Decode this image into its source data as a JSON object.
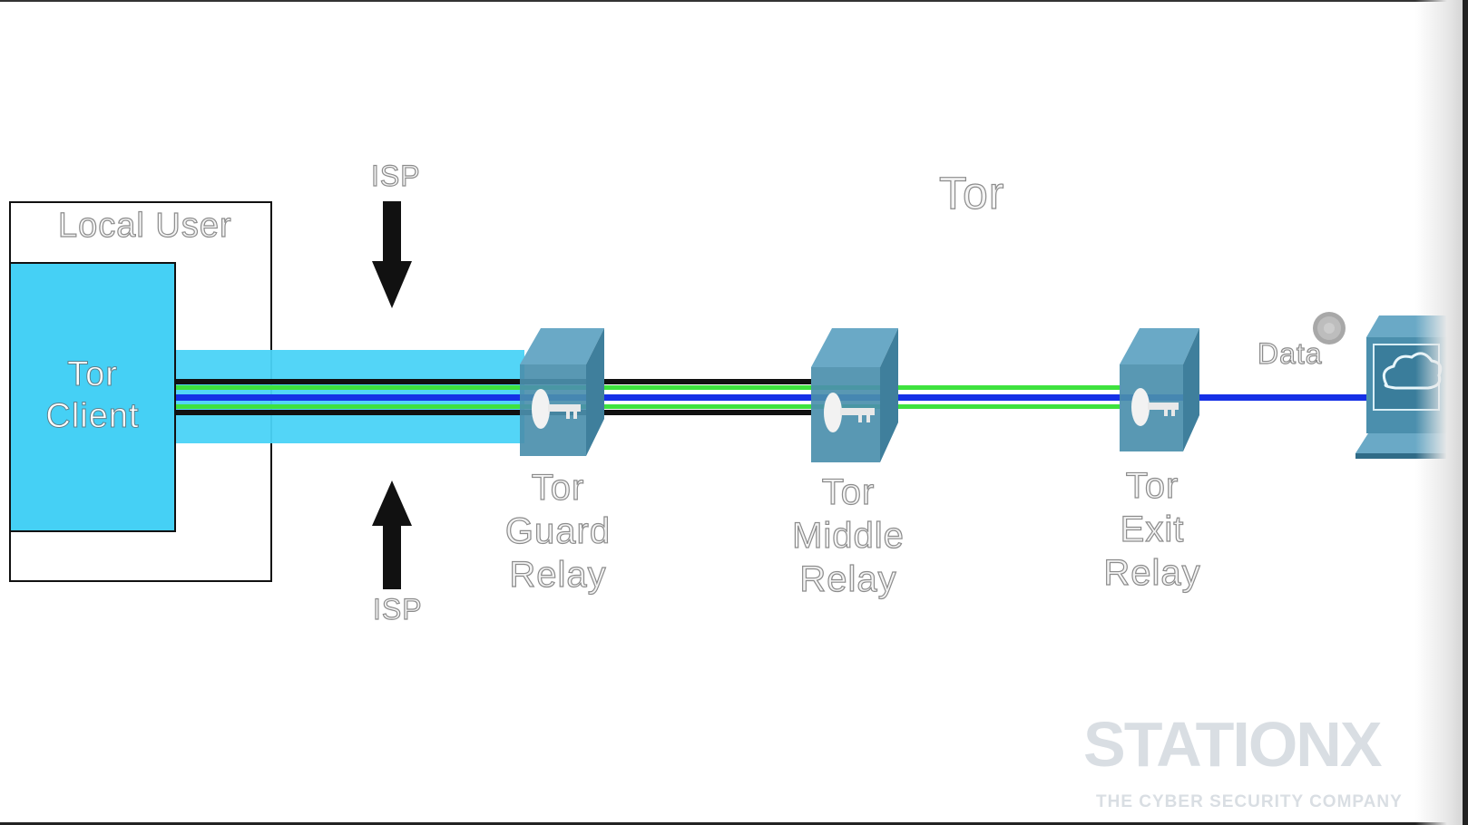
{
  "diagram": {
    "title": "Tor",
    "local_user_label": "Local User",
    "client_label_line1": "Tor",
    "client_label_line2": "Client",
    "isp_top_label": "ISP",
    "isp_bottom_label": "ISP",
    "data_label": "Data",
    "relays": [
      {
        "line1": "Tor",
        "line2": "Guard",
        "line3": "Relay"
      },
      {
        "line1": "Tor",
        "line2": "Middle",
        "line3": "Relay"
      },
      {
        "line1": "Tor",
        "line2": "Exit",
        "line3": "Relay"
      }
    ],
    "destination_icon": "computer-cloud-icon",
    "relay_icon": "key-box-icon"
  },
  "watermark": {
    "brand": "STATIONX",
    "tagline": "THE CYBER SECURITY COMPANY"
  },
  "colors": {
    "client_fill": "#45d0f5",
    "tunnel_fill": "#4ad3f7",
    "relay_fill": "#4b8fad",
    "line_black": "#111111",
    "line_green": "#3ee23e",
    "line_blue": "#1530e6"
  }
}
